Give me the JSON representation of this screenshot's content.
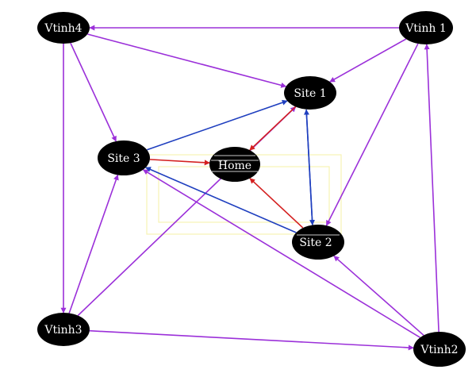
{
  "diagram": {
    "nodes": [
      {
        "id": "vtinh4",
        "label": "Vtinh4"
      },
      {
        "id": "vtinh1",
        "label": "Vtinh 1"
      },
      {
        "id": "site1",
        "label": "Site 1"
      },
      {
        "id": "site3",
        "label": "Site 3"
      },
      {
        "id": "home",
        "label": "Home"
      },
      {
        "id": "site2",
        "label": "Site 2"
      },
      {
        "id": "vtinh3",
        "label": "Vtinh3"
      },
      {
        "id": "vtinh2",
        "label": "Vtinh2"
      }
    ],
    "edges": [
      {
        "from": "vtinh1",
        "to": "vtinh4",
        "color": "#9b30d9"
      },
      {
        "from": "vtinh1",
        "to": "site1",
        "color": "#9b30d9"
      },
      {
        "from": "vtinh1",
        "to": "site2",
        "color": "#9b30d9"
      },
      {
        "from": "vtinh4",
        "to": "site1",
        "color": "#9b30d9"
      },
      {
        "from": "vtinh4",
        "to": "site3",
        "color": "#9b30d9"
      },
      {
        "from": "vtinh4",
        "to": "vtinh3",
        "color": "#9b30d9"
      },
      {
        "from": "vtinh3",
        "to": "site3",
        "color": "#9b30d9"
      },
      {
        "from": "vtinh3",
        "to": "site1",
        "color": "#9b30d9"
      },
      {
        "from": "vtinh3",
        "to": "vtinh2",
        "color": "#9b30d9"
      },
      {
        "from": "vtinh2",
        "to": "vtinh1",
        "color": "#9b30d9"
      },
      {
        "from": "vtinh2",
        "to": "site2",
        "color": "#9b30d9"
      },
      {
        "from": "vtinh2",
        "to": "site3",
        "color": "#9b30d9"
      },
      {
        "from": "site3",
        "to": "site1",
        "color": "#1f3fbf"
      },
      {
        "from": "site1",
        "to": "site2",
        "color": "#1f3fbf"
      },
      {
        "from": "site2",
        "to": "site1",
        "color": "#1f3fbf"
      },
      {
        "from": "site2",
        "to": "site3",
        "color": "#1f3fbf"
      },
      {
        "from": "site1",
        "to": "home",
        "color": "#d42020"
      },
      {
        "from": "site3",
        "to": "home",
        "color": "#d42020"
      },
      {
        "from": "site2",
        "to": "home",
        "color": "#d42020"
      }
    ]
  },
  "colors": {
    "node_fill": "#000000",
    "node_text": "#ffffff",
    "external_edge": "#9b30d9",
    "site_edge": "#1f3fbf",
    "home_edge": "#d42020"
  }
}
